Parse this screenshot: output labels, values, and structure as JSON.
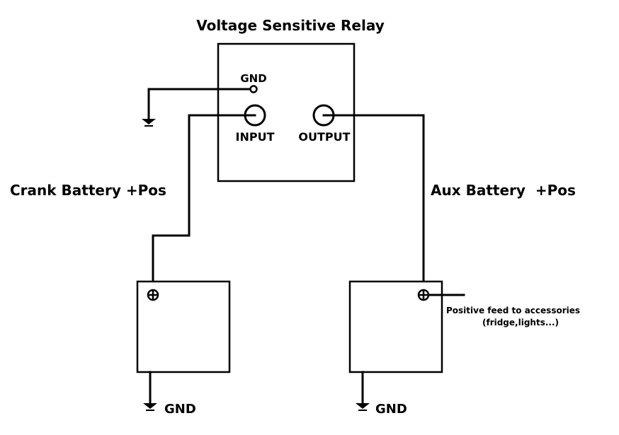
{
  "relay": {
    "title": "Voltage Sensitive Relay",
    "gnd_label": "GND",
    "input_label": "INPUT",
    "output_label": "OUTPUT"
  },
  "crank_battery": {
    "label": "Crank Battery +Pos",
    "gnd_label": "GND"
  },
  "aux_battery": {
    "label": "Aux Battery  +Pos",
    "gnd_label": "GND",
    "feed_line1": "Positive feed to accessories",
    "feed_line2": "(fridge,lights...)"
  },
  "colors": {
    "line": "#000000",
    "background": "#ffffff"
  }
}
